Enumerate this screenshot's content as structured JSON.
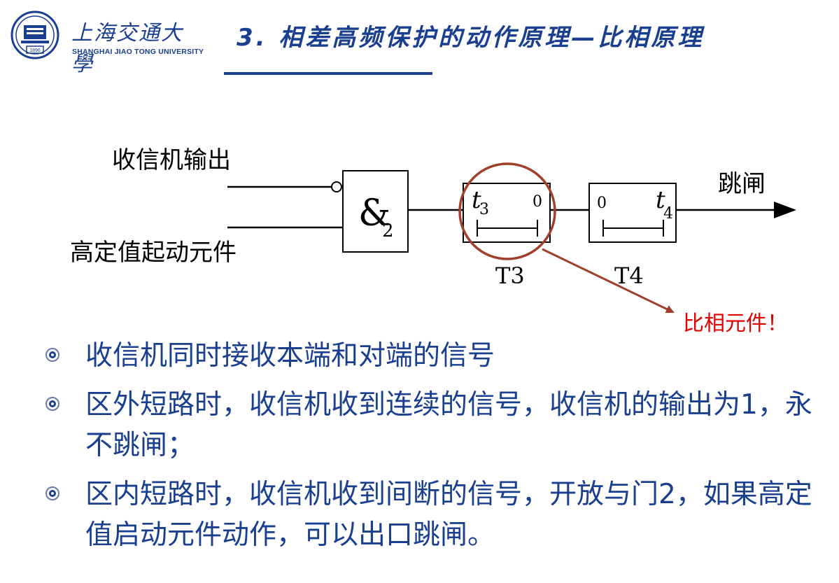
{
  "header": {
    "logo_cn": "上海交通大學",
    "logo_en": "SHANGHAI JIAO TONG UNIVERSITY",
    "logo_year": "1896",
    "title": "3. 相差高频保护的动作原理—比相原理"
  },
  "diagram": {
    "input_receiver": "收信机输出",
    "input_startup": "高定值起动元件",
    "and_symbol": "&",
    "and_number": "2",
    "timer_t3": {
      "label": "T3",
      "t": "t",
      "t_sub": "3",
      "zero": "0"
    },
    "timer_t4": {
      "label": "T4",
      "t": "t",
      "t_sub": "4",
      "zero": "0"
    },
    "output_label": "跳闸",
    "annotation": "比相元件！",
    "colors": {
      "line": "#000000",
      "circle": "#a0402a",
      "annotation": "#e00000"
    }
  },
  "bullets": [
    {
      "text": "收信机同时接收本端和对端的信号"
    },
    {
      "text": "区外短路时，收信机收到连续的信号，收信机的输出为1，永不跳闸；"
    },
    {
      "text": "区内短路时，收信机收到间断的信号，开放与门2，如果高定值启动元件动作，可以出口跳闸。"
    }
  ]
}
